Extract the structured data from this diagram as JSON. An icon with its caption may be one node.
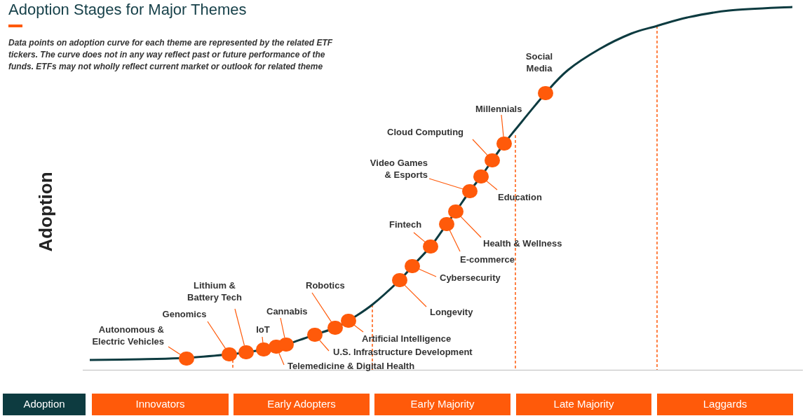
{
  "diagram": {
    "title": "Adoption Stages for Major Themes",
    "nodes": [
      {
        "text": [
          "Autonomous & Electric Vehicles"
        ]
      },
      {
        "text": [
          "Genomics"
        ]
      },
      {
        "text": [
          "Lithium & Battery Tech"
        ]
      },
      {
        "text": [
          "IoT"
        ]
      },
      {
        "text": [
          "Telemedicine & Digital Health"
        ]
      },
      {
        "text": [
          "Cannabis"
        ]
      },
      {
        "text": [
          "U.S. Infrastructure Development"
        ]
      },
      {
        "text": [
          "Robotics"
        ]
      },
      {
        "text": [
          "Artificial Intelligence"
        ]
      },
      {
        "text": [
          "Longevity"
        ]
      },
      {
        "text": [
          "Cybersecurity"
        ]
      },
      {
        "text": [
          "Fintech"
        ]
      },
      {
        "text": [
          "E-commerce"
        ]
      },
      {
        "text": [
          "Health & Wellness"
        ]
      },
      {
        "text": [
          "Video Games & Esports"
        ]
      },
      {
        "text": [
          "Education"
        ]
      },
      {
        "text": [
          "Cloud Computing"
        ]
      },
      {
        "text": [
          "Millennials"
        ]
      },
      {
        "text": [
          "Social Media"
        ]
      },
      {
        "text": [],
        "shape": "circle"
      },
      {
        "text": [],
        "shape": "circle"
      },
      {
        "text": [],
        "shape": "circle"
      },
      {
        "text": [],
        "shape": "circle"
      },
      {
        "text": [],
        "shape": "circle"
      },
      {
        "text": [],
        "shape": "circle"
      },
      {
        "text": [],
        "shape": "circle"
      },
      {
        "text": [],
        "shape": "circle"
      },
      {
        "text": [],
        "shape": "circle"
      },
      {
        "text": [],
        "shape": "circle"
      },
      {
        "text": [],
        "shape": "circle"
      },
      {
        "text": [],
        "shape": "circle"
      },
      {
        "text": [],
        "shape": "circle"
      },
      {
        "text": [],
        "shape": "circle"
      },
      {
        "text": [],
        "shape": "circle"
      },
      {
        "text": [],
        "shape": "circle"
      },
      {
        "text": [],
        "shape": "circle"
      },
      {
        "text": [],
        "shape": "circle"
      },
      {
        "text": [],
        "shape": "circle"
      },
      {
        "text": [
          "Adoption"
        ]
      },
      {
        "text": [
          "Innovators"
        ]
      },
      {
        "text": [
          "Early Adopters"
        ]
      },
      {
        "text": [
          "Early Majority"
        ]
      },
      {
        "text": [
          "Late Majority"
        ]
      },
      {
        "text": [
          "Laggards"
        ]
      }
    ],
    "edges": [
      {
        "from": 0,
        "to": 19,
        "arrow": "none"
      },
      {
        "from": 1,
        "to": 20,
        "arrow": "none"
      },
      {
        "from": 2,
        "to": 21,
        "arrow": "none"
      },
      {
        "from": 3,
        "to": 22,
        "arrow": "none"
      },
      {
        "from": 4,
        "to": 23,
        "arrow": "none"
      },
      {
        "from": 5,
        "to": 24,
        "arrow": "none"
      },
      {
        "from": 6,
        "to": 25,
        "arrow": "none"
      },
      {
        "from": 7,
        "to": 26,
        "arrow": "none"
      },
      {
        "from": 8,
        "to": 27,
        "arrow": "none"
      },
      {
        "from": 9,
        "to": 28,
        "arrow": "none"
      },
      {
        "from": 10,
        "to": 29,
        "arrow": "none"
      },
      {
        "from": 11,
        "to": 30,
        "arrow": "none"
      },
      {
        "from": 12,
        "to": 31,
        "arrow": "none"
      },
      {
        "from": 13,
        "to": 32,
        "arrow": "none"
      },
      {
        "from": 14,
        "to": 33,
        "arrow": "none"
      },
      {
        "from": 15,
        "to": 34,
        "arrow": "none"
      },
      {
        "from": 16,
        "to": 35,
        "arrow": "none"
      },
      {
        "from": 17,
        "to": 36,
        "arrow": "none"
      }
    ],
    "labels": [
      "Data points on adoption curve for each theme are represented by the related ETF tickers. The curve does not in any way reflect past or future performance of the funds. ETFs may not wholly reflect current market or outlook for related theme",
      "Adoption"
    ]
  }
}
